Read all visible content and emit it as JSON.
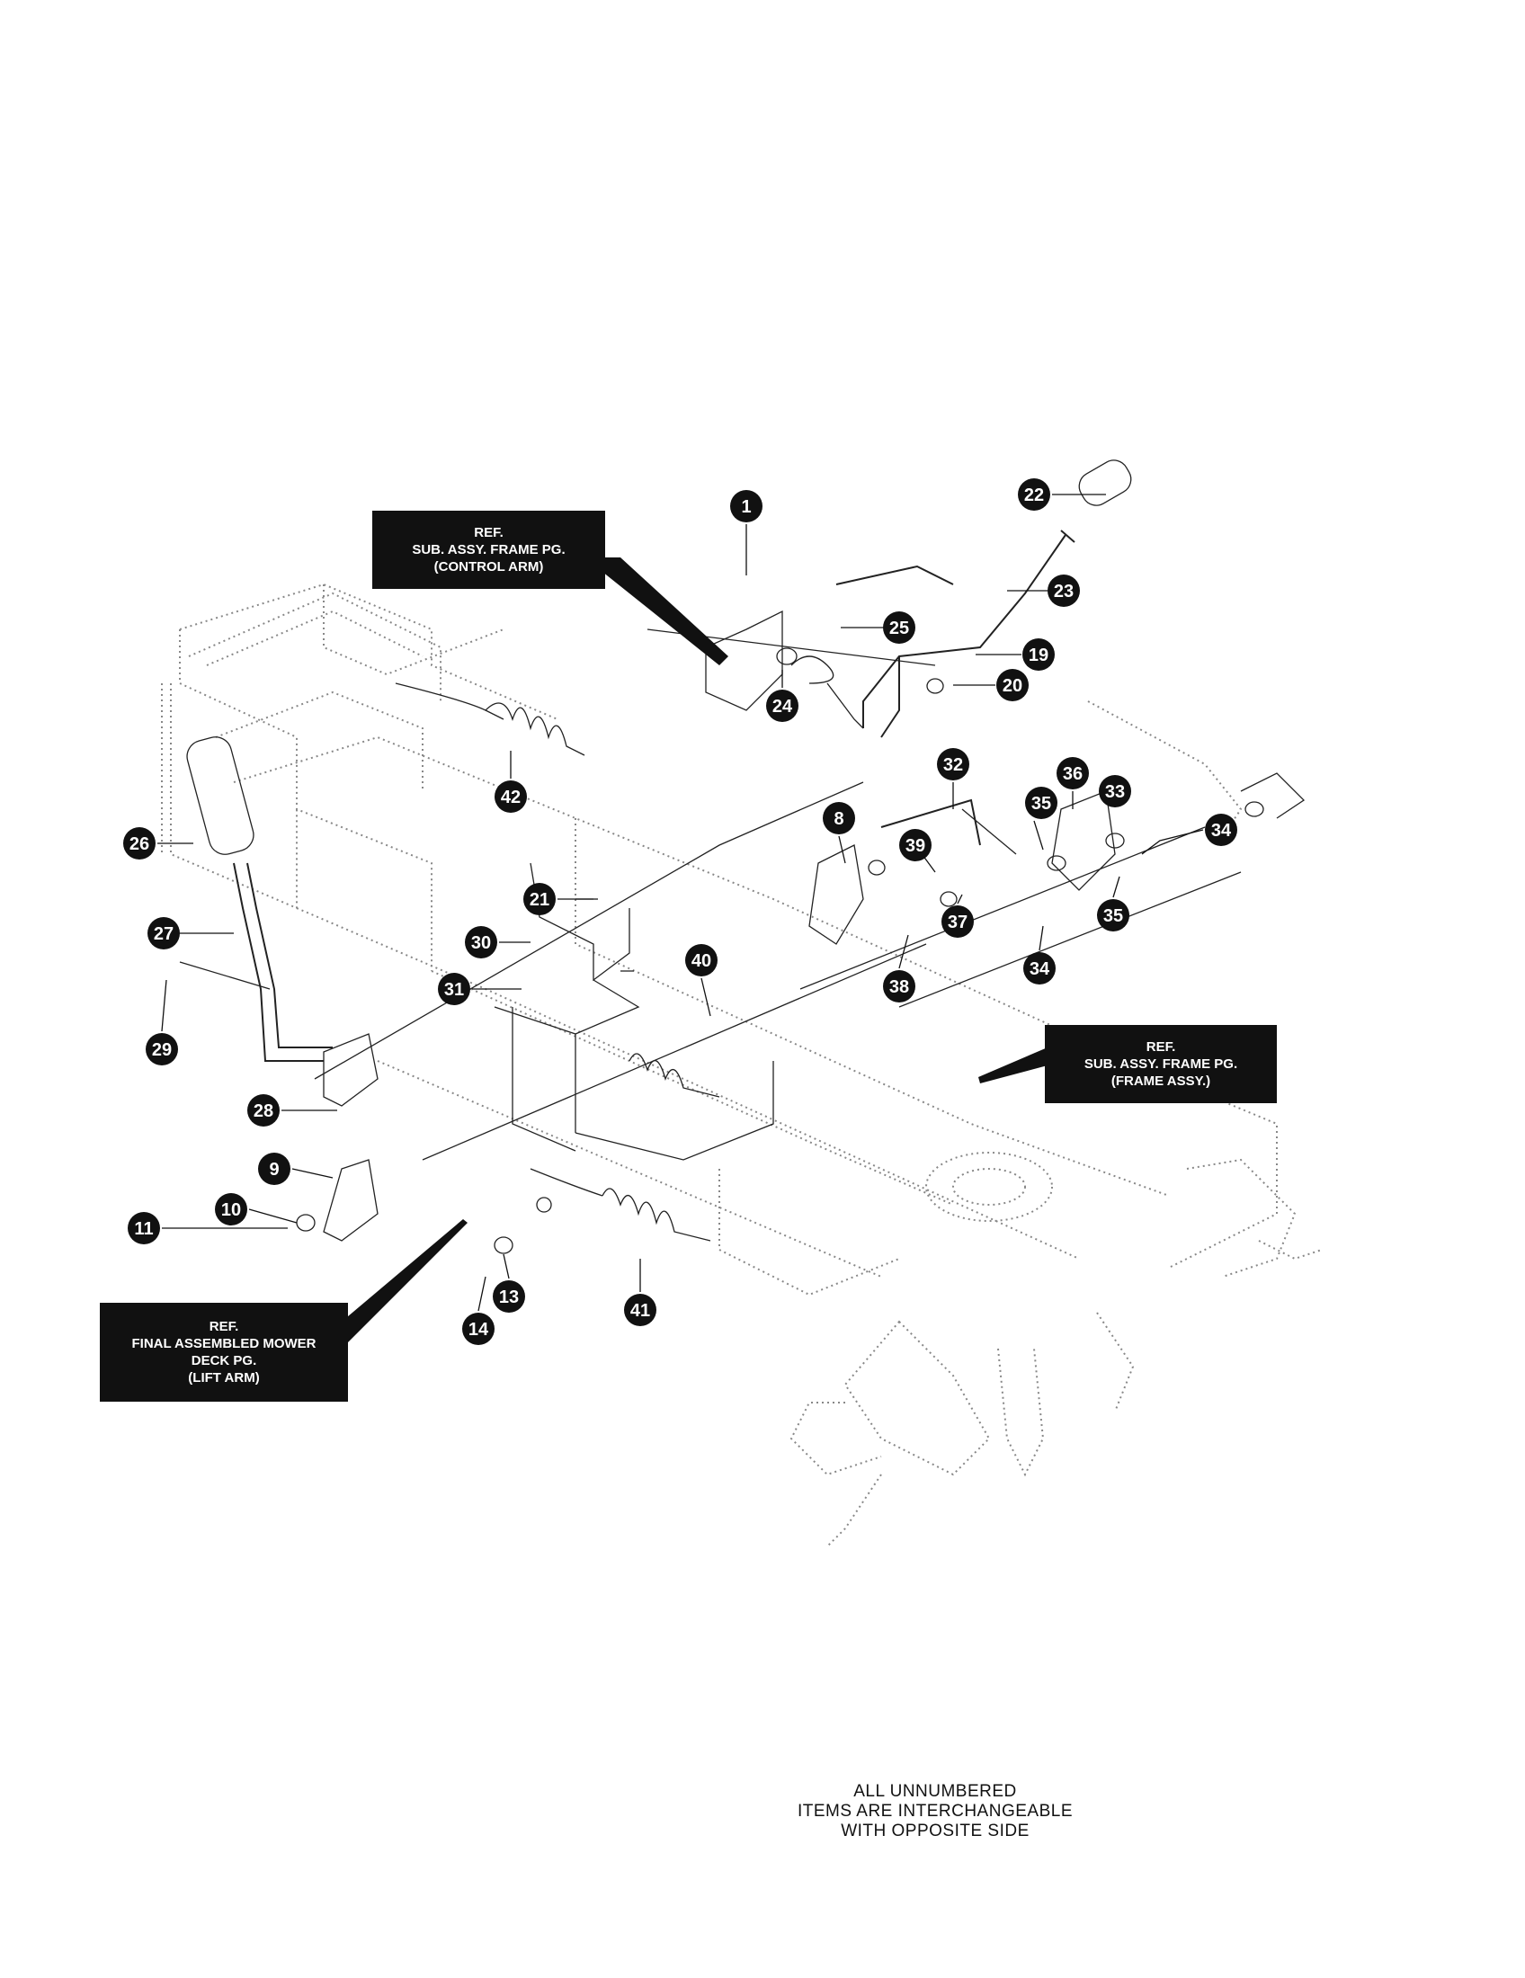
{
  "diagram": {
    "callouts": [
      {
        "label": "1"
      },
      {
        "label": "22"
      },
      {
        "label": "23"
      },
      {
        "label": "25"
      },
      {
        "label": "19"
      },
      {
        "label": "20"
      },
      {
        "label": "24"
      },
      {
        "label": "42"
      },
      {
        "label": "26"
      },
      {
        "label": "27"
      },
      {
        "label": "29"
      },
      {
        "label": "21"
      },
      {
        "label": "30"
      },
      {
        "label": "31"
      },
      {
        "label": "32"
      },
      {
        "label": "8"
      },
      {
        "label": "39"
      },
      {
        "label": "36"
      },
      {
        "label": "33"
      },
      {
        "label": "35"
      },
      {
        "label": "34"
      },
      {
        "label": "35"
      },
      {
        "label": "37"
      },
      {
        "label": "34"
      },
      {
        "label": "38"
      },
      {
        "label": "40"
      },
      {
        "label": "28"
      },
      {
        "label": "9"
      },
      {
        "label": "10"
      },
      {
        "label": "11"
      },
      {
        "label": "13"
      },
      {
        "label": "41"
      },
      {
        "label": "14"
      }
    ],
    "references": [
      {
        "lines": [
          "REF.",
          "SUB. ASSY. FRAME PG.",
          "(CONTROL ARM)"
        ]
      },
      {
        "lines": [
          "REF.",
          "SUB. ASSY. FRAME PG.",
          "(FRAME ASSY.)"
        ]
      },
      {
        "lines": [
          "REF.",
          "FINAL ASSEMBLED MOWER",
          "DECK PG.",
          "(LIFT ARM)"
        ]
      }
    ],
    "footnote": [
      "ALL UNNUMBERED",
      "ITEMS ARE INTERCHANGEABLE",
      "WITH OPPOSITE SIDE"
    ]
  }
}
